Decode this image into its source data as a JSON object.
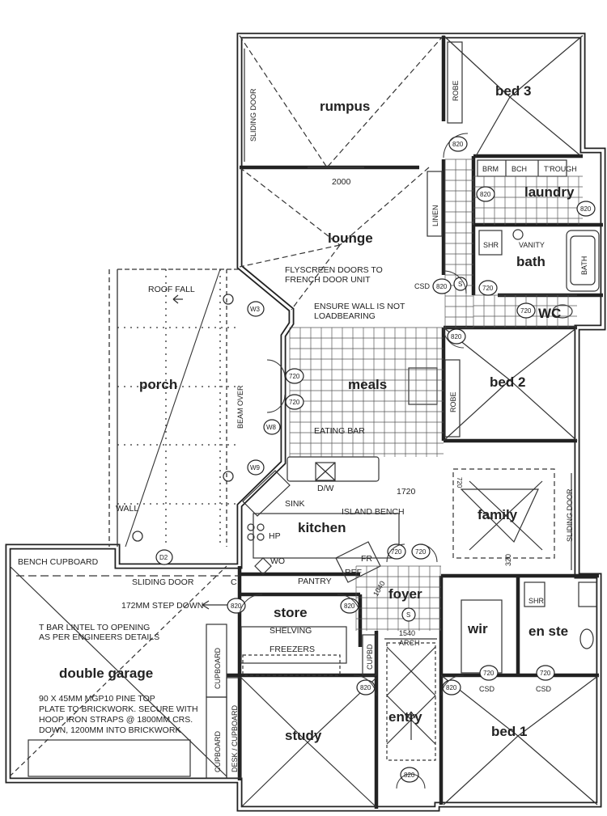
{
  "rooms": {
    "rumpus": "rumpus",
    "bed3": "bed 3",
    "laundry": "laundry",
    "lounge": "lounge",
    "bath": "bath",
    "wc": "WC",
    "porch": "porch",
    "meals": "meals",
    "bed2": "bed 2",
    "kitchen": "kitchen",
    "family": "family",
    "double_garage": "double garage",
    "store": "store",
    "foyer": "foyer",
    "wir": "wir",
    "ensuite": "en ste",
    "study": "study",
    "entry": "entry",
    "bed1": "bed 1"
  },
  "fixtures": {
    "robe_top": "ROBE",
    "robe_bed2": "ROBE",
    "linen": "LINEN",
    "brm": "BRM",
    "bch": "BCH",
    "trough": "T'ROUGH",
    "shr_bath": "SHR",
    "vanity": "VANITY",
    "bath_tub": "BATH",
    "shr_ensuite": "SHR",
    "sliding_door_rumpus": "SLIDING DOOR",
    "sliding_door_family": "SLIDING DOOR",
    "sliding_door_garage": "SLIDING DOOR",
    "cupboard_upper": "CUPBOARD",
    "cupboard_lower": "CUPBOARD",
    "desk_cupboard": "DESK / CUPBOARD",
    "cupbd": "CUPBD",
    "bench_cupboard": "BENCH CUPBOARD",
    "pantry": "PANTRY",
    "fr": "FR",
    "ref": "REF",
    "sink": "SINK",
    "dw": "D/W",
    "hp": "HP",
    "wo": "WO",
    "island_bench": "ISLAND BENCH",
    "eating_bar": "EATING BAR",
    "shelving": "SHELVING",
    "freezers": "FREEZERS",
    "beam_over": "BEAM OVER",
    "wall": "WALL",
    "roof_fall": "ROOF FALL",
    "c": "C"
  },
  "dimensions": {
    "d2000": "2000",
    "d1720": "1720",
    "d1540_arch": "1540",
    "arch": "ARCH",
    "d1040": "1040",
    "d320": "320"
  },
  "notes": {
    "flyscreen_1": "FLYSCREEN DOORS TO",
    "flyscreen_2": "FRENCH DOOR UNIT",
    "ensure_1": "ENSURE WALL IS NOT",
    "ensure_2": "LOADBEARING",
    "step_down": "172MM STEP DOWN",
    "lintel_1": "T BAR LINTEL TO OPENING",
    "lintel_2": "AS PER ENGINEERS DETAILS",
    "plate_1": "90 X 45MM MGP10 PINE TOP",
    "plate_2": "PLATE TO BRICKWORK. SECURE WITH",
    "plate_3": "HOOP IRON STRAPS @ 1800MM CRS.",
    "plate_4": "DOWN, 1200MM INTO BRICKWORK"
  },
  "door_tags": {
    "d820_bed3": "820",
    "d820_laundry": "820",
    "d820_vanity": "820",
    "d820_csd": "820",
    "csd_hall": "CSD",
    "s_hall": "S",
    "d720_bath": "720",
    "d720_wc": "720",
    "d820_bed2": "820",
    "d720_meals_a": "720",
    "d720_meals_b": "720",
    "d720_foyer_a": "720",
    "d720_foyer_b": "720",
    "d820_store_l": "820",
    "d820_store_r": "820",
    "s_foyer": "S",
    "d820_study": "820",
    "d820_bed1": "820",
    "d720_csd_a": "720",
    "d720_csd_b": "720",
    "csd_a": "CSD",
    "csd_b": "CSD",
    "d820_entry": "820",
    "d720_family": "720"
  },
  "windows": {
    "w3": "W3",
    "w8": "W8",
    "w9": "W9",
    "d2": "D2"
  }
}
